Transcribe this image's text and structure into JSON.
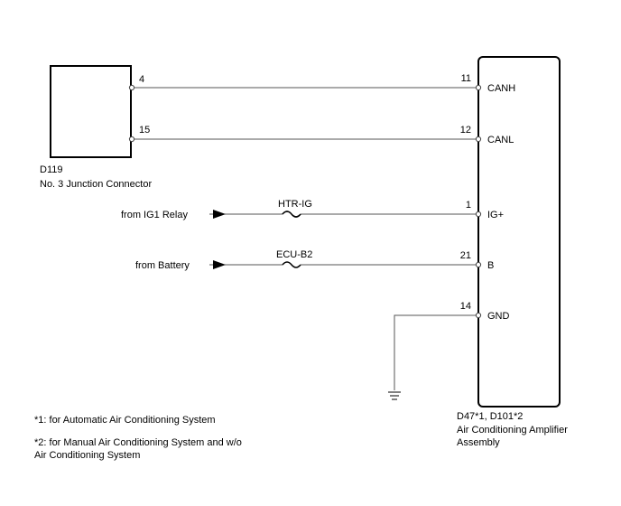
{
  "junction_connector": {
    "code": "D119",
    "name": "No. 3 Junction Connector",
    "pins": [
      {
        "number": "4"
      },
      {
        "number": "15"
      }
    ]
  },
  "amplifier": {
    "code": "D47*1, D101*2",
    "name_line1": "Air Conditioning Amplifier",
    "name_line2": "Assembly",
    "pins": [
      {
        "number": "11",
        "signal": "CANH"
      },
      {
        "number": "12",
        "signal": "CANL"
      },
      {
        "number": "1",
        "signal": "IG+"
      },
      {
        "number": "21",
        "signal": "B"
      },
      {
        "number": "14",
        "signal": "GND"
      }
    ]
  },
  "inputs": [
    {
      "source": "from IG1 Relay",
      "fuse": "HTR-IG"
    },
    {
      "source": "from Battery",
      "fuse": "ECU-B2"
    }
  ],
  "notes": {
    "note1": "*1: for Automatic Air Conditioning System",
    "note2_line1": "*2: for Manual Air Conditioning System and w/o",
    "note2_line2": "Air Conditioning System"
  }
}
